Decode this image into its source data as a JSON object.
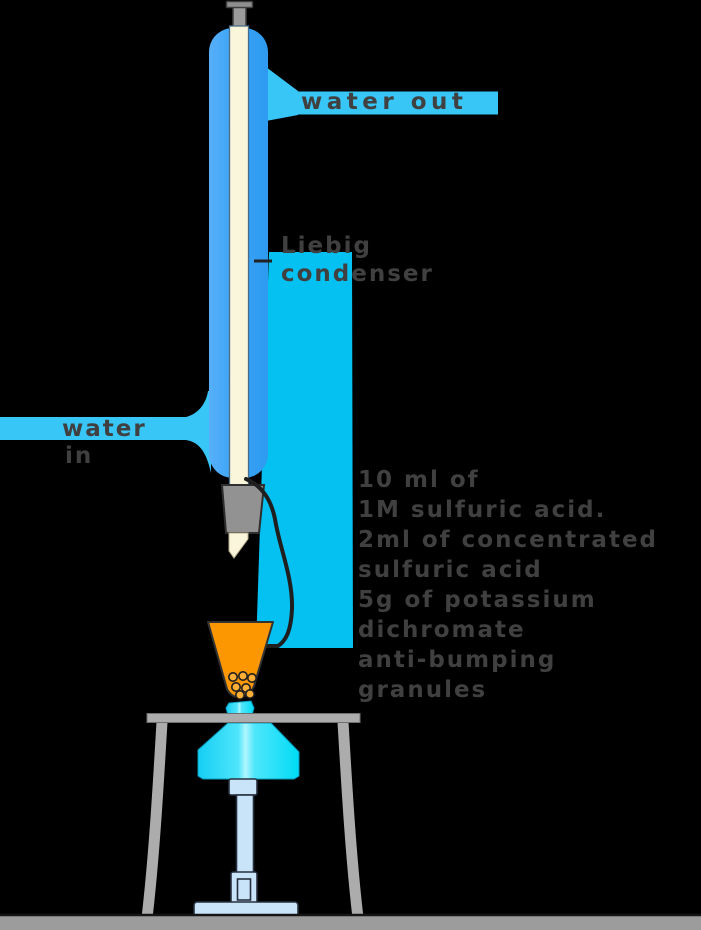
{
  "labels": {
    "water_out": "water out",
    "water_in": [
      "water",
      "in"
    ],
    "condenser": [
      "Liebig",
      "condenser"
    ],
    "flask_contents": [
      "10 ml of",
      "1M sulfuric acid.",
      "2ml of concentrated",
      "sulfuric acid",
      "5g of potassium",
      "dichromate",
      "anti-bumping",
      "granules"
    ]
  },
  "colors": {
    "background": "#000000",
    "pipe_cyan": "#38C6F7",
    "highlight_cyan": "#04C1F2",
    "jacket_blue": "#3AA4F7",
    "inner_tube_cream": "#FAF6DC",
    "flask_orange": "#FC9601",
    "granule_orange": "#FFAE36",
    "flame_cyan": "#2FDFF8",
    "burner_blue": "#C9E3F9",
    "bung_gray": "#929292",
    "metal_gray": "#ACACAC",
    "bench_gray": "#9C9C9C",
    "label_text": "#404040"
  }
}
